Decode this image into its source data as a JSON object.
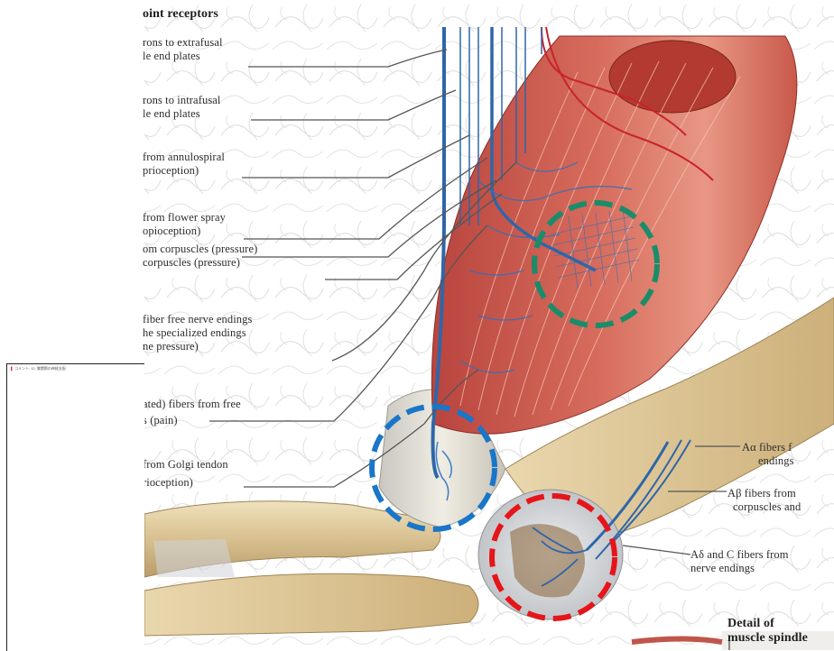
{
  "left_labels": [
    {
      "id": "heading",
      "lines": [
        "oint receptors"
      ]
    },
    {
      "id": "extrafusal",
      "lines": [
        "rons to extrafusal",
        "le end plates"
      ]
    },
    {
      "id": "intrafusal",
      "lines": [
        "rons to intrafusal",
        "le end plates"
      ]
    },
    {
      "id": "annulospiral",
      "lines": [
        "from annulospiral",
        "prioception)"
      ]
    },
    {
      "id": "flower-spray",
      "lines": [
        "from flower spray",
        "opioception)",
        "om corpuscles (pressure)",
        "corpuscles (pressure)"
      ]
    },
    {
      "id": "free-nerve",
      "lines": [
        "fiber free nerve endings",
        "he specialized endings",
        "ne pressure)"
      ]
    },
    {
      "id": "pain",
      "lines": [
        "ated) fibers from free",
        "s (pain)"
      ]
    },
    {
      "id": "golgi",
      "lines": [
        "from Golgi tendon",
        "rioception)"
      ]
    }
  ],
  "right_labels": [
    {
      "id": "aa-fibers",
      "lines": [
        "Aα fibers f",
        "endings"
      ]
    },
    {
      "id": "ab-fibers",
      "lines": [
        "Aβ fibers from",
        "corpuscles and"
      ]
    },
    {
      "id": "ad-c-fibers",
      "lines": [
        "Aδ and C fibers from",
        "nerve endings"
      ]
    }
  ],
  "detail_label": {
    "lines": [
      "Detail of",
      "muscle spindle"
    ]
  },
  "doc_note": "コメント: 12, 膝関節の神経支配",
  "highlight_circles": [
    {
      "id": "muscle-spindle-circle",
      "color": "#1a8c6a"
    },
    {
      "id": "golgi-tendon-circle",
      "color": "#1976c8"
    },
    {
      "id": "joint-capsule-circle",
      "color": "#e5151a"
    }
  ],
  "colors": {
    "nerve": "#2f66a8",
    "muscle": "#c9554a",
    "bone": "#dcc79b",
    "tendon": "#e6e2d6",
    "background_pattern": "#d9d9d9"
  }
}
